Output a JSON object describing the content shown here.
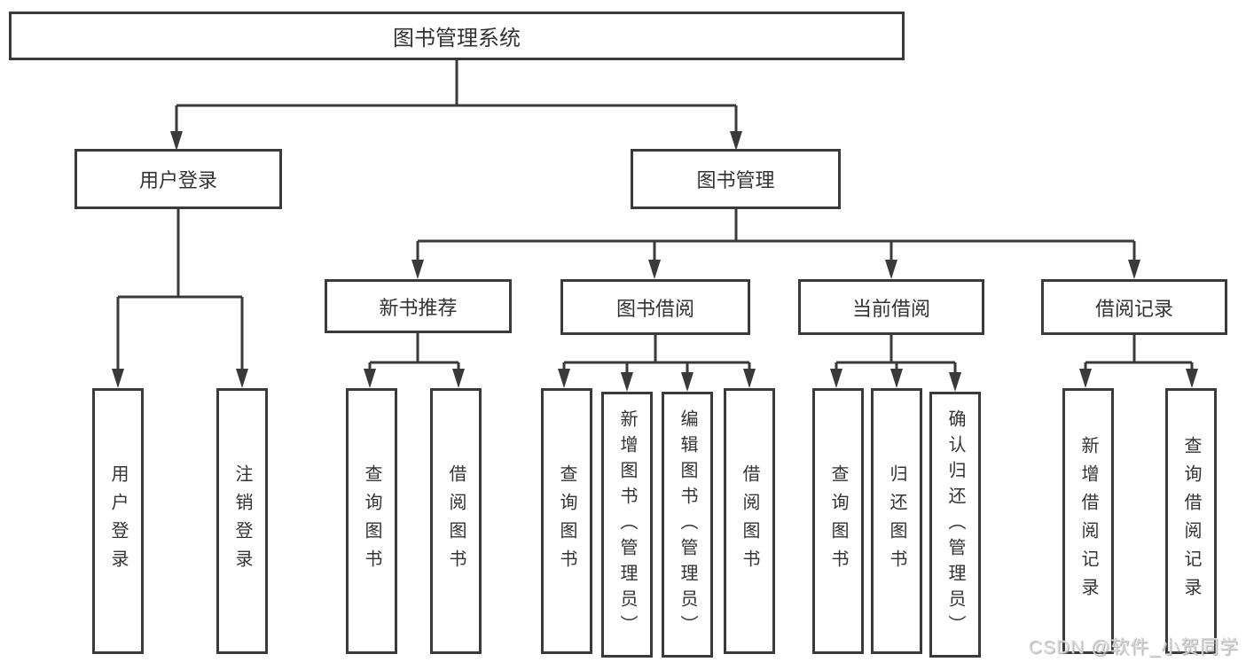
{
  "diagram": {
    "title": "图书管理系统",
    "root": {
      "label": "图书管理系统"
    },
    "level2": [
      {
        "label": "用户登录"
      },
      {
        "label": "图书管理"
      }
    ],
    "level3": [
      {
        "label": "新书推荐"
      },
      {
        "label": "图书借阅"
      },
      {
        "label": "当前借阅"
      },
      {
        "label": "借阅记录"
      }
    ],
    "leaves": {
      "user_login": [
        "用户登录",
        "注销登录"
      ],
      "new_book": [
        "查询图书",
        "借阅图书"
      ],
      "book_borrow": [
        "查询图书",
        "新增图书（管理员）",
        "编辑图书（管理员）",
        "借阅图书"
      ],
      "current_borrow": [
        "查询图书",
        "归还图书",
        "确认归还（管理员）"
      ],
      "borrow_record": [
        "新增借阅记录",
        "查询借阅记录"
      ]
    }
  },
  "watermark": {
    "text": "CSDN @软件_小贺同学"
  },
  "colors": {
    "line": "#3a3a3a",
    "text": "#333333",
    "background": "#ffffff",
    "watermark": "#d9d9d9"
  }
}
